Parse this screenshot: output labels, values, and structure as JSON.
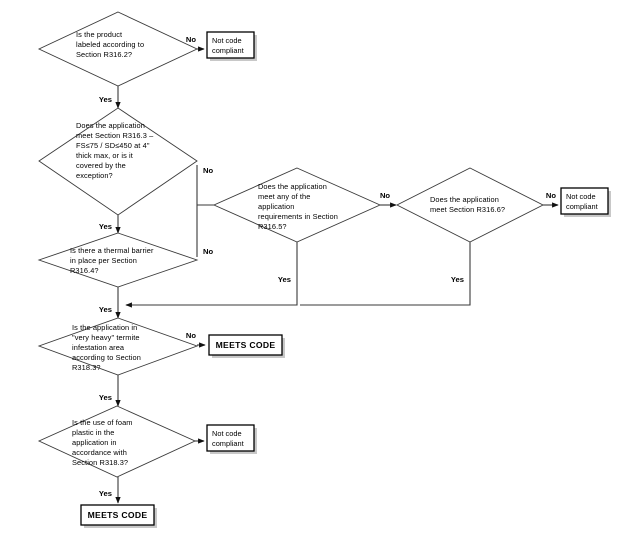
{
  "diagram": {
    "title": "Foam Plastic Code Compliance Flowchart",
    "type": "flowchart",
    "colors": {
      "shape_stroke": "#3a3a3a",
      "box_stroke": "#000000",
      "box_shadow": "#c8c8c8",
      "background": "#ffffff",
      "text": "#000000"
    }
  },
  "nodes": {
    "d1": {
      "kind": "decision",
      "lines": [
        "Is the product",
        "labeled according to",
        "Section R316.2?"
      ]
    },
    "d2": {
      "kind": "decision",
      "lines": [
        "Does the application",
        "meet Section R316.3 –",
        "FS≤75 / SD≤450 at 4\"",
        "thick max, or is it",
        "covered by the",
        "exception?"
      ]
    },
    "d3": {
      "kind": "decision",
      "lines": [
        "Is there a thermal barrier",
        "in place per Section",
        "R316.4?"
      ]
    },
    "d4": {
      "kind": "decision",
      "lines": [
        "Does the application",
        "meet any of the",
        "application",
        "requirements in Section",
        "R316.5?"
      ]
    },
    "d5": {
      "kind": "decision",
      "lines": [
        "Does the application",
        "meet Section R316.6?"
      ]
    },
    "d6": {
      "kind": "decision",
      "lines": [
        "Is the application in",
        "\"very heavy\" termite",
        "infestation area",
        "according to Section",
        "R318.3?"
      ]
    },
    "d7": {
      "kind": "decision",
      "lines": [
        "Is the use of foam",
        "plastic in the",
        "application in",
        "accordance with",
        "Section R318.3?"
      ]
    },
    "t1": {
      "kind": "terminal",
      "lines": [
        "Not code",
        "compliant"
      ],
      "bold": false
    },
    "t2": {
      "kind": "terminal",
      "lines": [
        "Not code",
        "compliant"
      ],
      "bold": false
    },
    "t3": {
      "kind": "terminal",
      "lines": [
        "MEETS CODE"
      ],
      "bold": true
    },
    "t4": {
      "kind": "terminal",
      "lines": [
        "Not code",
        "compliant"
      ],
      "bold": false
    },
    "t5": {
      "kind": "terminal",
      "lines": [
        "MEETS CODE"
      ],
      "bold": true
    }
  },
  "edge_labels": {
    "d1_no": "No",
    "d1_yes": "Yes",
    "d2_no": "No",
    "d2_yes": "Yes",
    "d3_no": "No",
    "d3_yes": "Yes",
    "d4_no": "No",
    "d4_yes": "Yes",
    "d5_no": "No",
    "d5_yes": "Yes",
    "d6_no": "No",
    "d6_yes": "Yes",
    "d7_yes": "Yes"
  }
}
